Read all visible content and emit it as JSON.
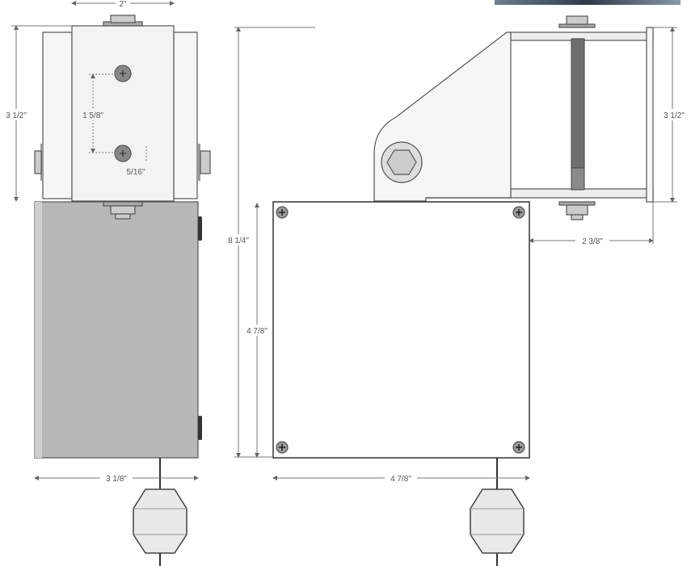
{
  "side_view": {
    "width_top": "2\"",
    "bracket_height": "3 1/2\"",
    "hole_spacing": "1 5/8\"",
    "hole_diameter": "5/16\"",
    "box_width": "3 1/8\""
  },
  "front_view": {
    "overall_height": "8 1/4\"",
    "box_height": "4 7/8\"",
    "box_width": "4 7/8\"",
    "bracket_height": "3 1/2\"",
    "bracket_depth": "2 3/8\""
  },
  "colors": {
    "enclosure_gray": "#b8b8b8",
    "plate": "#f4f4f4",
    "outline": "#555555",
    "rod": "#6e6e6e"
  }
}
